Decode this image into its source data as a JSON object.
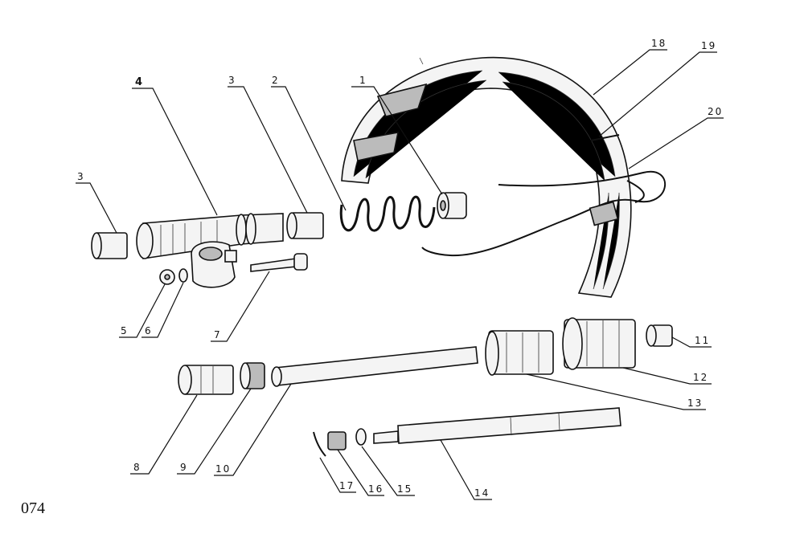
{
  "page_number": "074",
  "callouts": [
    {
      "id": "c1",
      "text": "1"
    },
    {
      "id": "c2",
      "text": "2"
    },
    {
      "id": "c3a",
      "text": "3"
    },
    {
      "id": "c3b",
      "text": "3"
    },
    {
      "id": "c4",
      "text": "4"
    },
    {
      "id": "c5",
      "text": "5"
    },
    {
      "id": "c6",
      "text": "6"
    },
    {
      "id": "c7",
      "text": "7"
    },
    {
      "id": "c8",
      "text": "8"
    },
    {
      "id": "c9",
      "text": "9"
    },
    {
      "id": "c10",
      "text": "10"
    },
    {
      "id": "c11",
      "text": "11"
    },
    {
      "id": "c12",
      "text": "12"
    },
    {
      "id": "c13",
      "text": "13"
    },
    {
      "id": "c14",
      "text": "14"
    },
    {
      "id": "c15",
      "text": "15"
    },
    {
      "id": "c16",
      "text": "16"
    },
    {
      "id": "c17",
      "text": "17"
    },
    {
      "id": "c18",
      "text": "18"
    },
    {
      "id": "c19",
      "text": "19"
    },
    {
      "id": "c20",
      "text": "20"
    }
  ]
}
